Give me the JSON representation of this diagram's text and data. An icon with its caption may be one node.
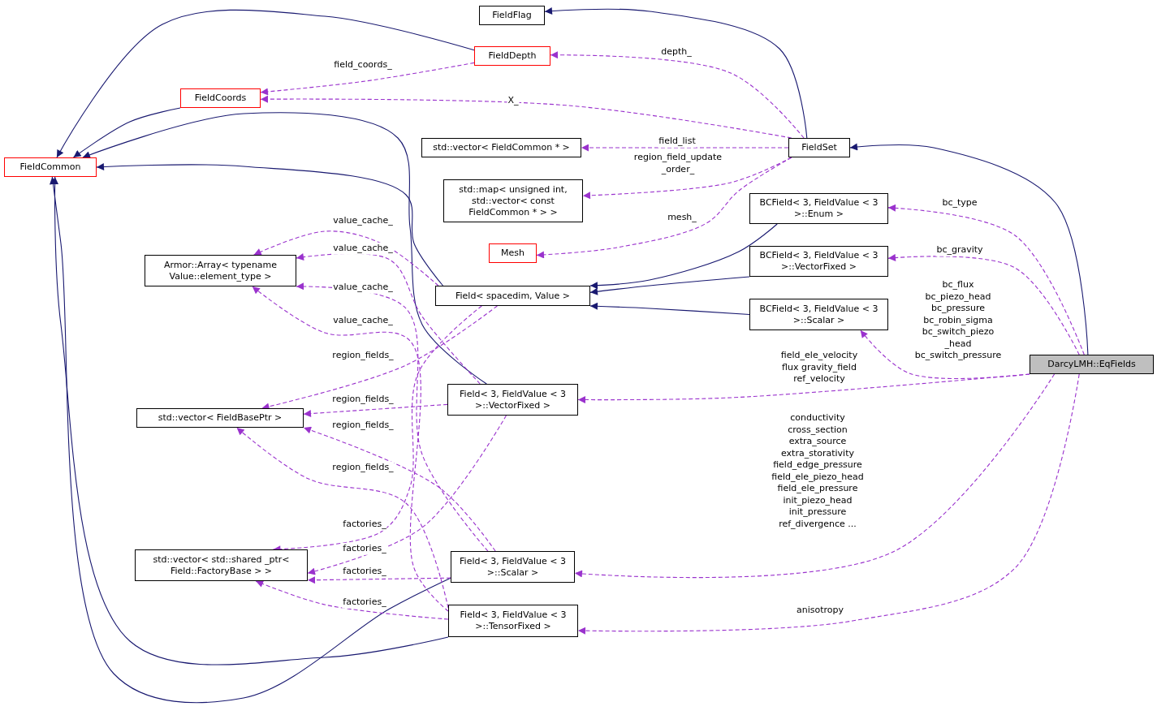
{
  "diagram": {
    "nodes": [
      {
        "text": [
          "FieldFlag"
        ]
      },
      {
        "text": [
          "FieldDepth"
        ]
      },
      {
        "text": [
          "FieldCoords"
        ]
      },
      {
        "text": [
          "FieldCommon"
        ]
      },
      {
        "text": [
          "std::vector< FieldCommon * >"
        ]
      },
      {
        "text": [
          "FieldSet"
        ]
      },
      {
        "text": [
          "std::map< unsigned int, std::vector< const FieldCommon * > >"
        ]
      },
      {
        "text": [
          "BCField< 3, FieldValue < 3 >::Enum >"
        ]
      },
      {
        "text": [
          "Mesh"
        ]
      },
      {
        "text": [
          "BCField< 3, FieldValue < 3 >::VectorFixed >"
        ]
      },
      {
        "text": [
          "Armor::Array< typename Value::element_type >"
        ]
      },
      {
        "text": [
          "Field< spacedim, Value >"
        ]
      },
      {
        "text": [
          "BCField< 3, FieldValue < 3 >::Scalar >"
        ]
      },
      {
        "text": [
          "DarcyLMH::EqFields"
        ]
      },
      {
        "text": [
          "std::vector< FieldBasePtr >"
        ]
      },
      {
        "text": [
          "Field< 3, FieldValue < 3 >::VectorFixed >"
        ]
      },
      {
        "text": [
          "std::vector< std::shared _ptr< Field::FactoryBase > >"
        ]
      },
      {
        "text": [
          "Field< 3, FieldValue < 3 >::Scalar >"
        ]
      },
      {
        "text": [
          "Field< 3, FieldValue < 3 >::TensorFixed >"
        ]
      }
    ],
    "edges": [
      {
        "from": 5,
        "to": 0,
        "arrow": "to",
        "color": "#191970"
      },
      {
        "from": 1,
        "to": 3,
        "arrow": "to",
        "color": "#191970"
      },
      {
        "from": 2,
        "to": 3,
        "arrow": "to",
        "color": "#191970"
      },
      {
        "from": 15,
        "to": 3,
        "arrow": "to",
        "color": "#191970"
      },
      {
        "from": 11,
        "to": 3,
        "arrow": "to",
        "color": "#191970"
      },
      {
        "from": 17,
        "to": 3,
        "arrow": "to",
        "color": "#191970"
      },
      {
        "from": 18,
        "to": 3,
        "arrow": "to",
        "color": "#191970"
      },
      {
        "from": 13,
        "to": 5,
        "arrow": "to",
        "color": "#191970"
      },
      {
        "from": 7,
        "to": 11,
        "arrow": "to",
        "color": "#191970"
      },
      {
        "from": 9,
        "to": 11,
        "arrow": "to",
        "color": "#191970"
      },
      {
        "from": 12,
        "to": 11,
        "arrow": "to",
        "color": "#191970"
      },
      {
        "from": 1,
        "to": 2,
        "arrow": "to",
        "style": "dashed",
        "label": "field_coords_"
      },
      {
        "from": 5,
        "to": 1,
        "arrow": "to",
        "style": "dashed",
        "label": "depth_"
      },
      {
        "from": 5,
        "to": 2,
        "arrow": "to",
        "style": "dashed",
        "label": "X_"
      },
      {
        "from": 5,
        "to": 4,
        "arrow": "to",
        "style": "dashed",
        "label": "field_list"
      },
      {
        "from": 5,
        "to": 6,
        "arrow": "to",
        "style": "dashed",
        "label": "region_field_update _order_"
      },
      {
        "from": 5,
        "to": 8,
        "arrow": "to",
        "style": "dashed",
        "label": "mesh_"
      },
      {
        "from": 13,
        "to": 7,
        "arrow": "to",
        "style": "dashed",
        "label": "bc_type"
      },
      {
        "from": 13,
        "to": 9,
        "arrow": "to",
        "style": "dashed",
        "label": "bc_gravity"
      },
      {
        "from": 13,
        "to": 12,
        "arrow": "to",
        "style": "dashed",
        "label": "bc_flux bc_piezo_head bc_pressure bc_robin_sigma bc_switch_piezo _head bc_switch_pressure"
      },
      {
        "from": 13,
        "to": 15,
        "arrow": "to",
        "style": "dashed",
        "label": "field_ele_velocity flux gravity_field ref_velocity"
      },
      {
        "from": 13,
        "to": 17,
        "arrow": "to",
        "style": "dashed",
        "label": "conductivity cross_section extra_source extra_storativity field_edge_pressure field_ele_piezo_head field_ele_pressure init_piezo_head init_pressure ref_divergence ..."
      },
      {
        "from": 13,
        "to": 18,
        "arrow": "to",
        "style": "dashed",
        "label": "anisotropy"
      },
      {
        "from": 11,
        "to": 10,
        "arrow": "to",
        "style": "dashed",
        "label": "value_cache_"
      },
      {
        "from": 15,
        "to": 10,
        "arrow": "to",
        "style": "dashed",
        "label": "value_cache_"
      },
      {
        "from": 17,
        "to": 10,
        "arrow": "to",
        "style": "dashed",
        "label": "value_cache_"
      },
      {
        "from": 18,
        "to": 10,
        "arrow": "to",
        "style": "dashed",
        "label": "value_cache_"
      },
      {
        "from": 11,
        "to": 14,
        "arrow": "to",
        "style": "dashed",
        "label": "region_fields_"
      },
      {
        "from": 15,
        "to": 14,
        "arrow": "to",
        "style": "dashed",
        "label": "region_fields_"
      },
      {
        "from": 17,
        "to": 14,
        "arrow": "to",
        "style": "dashed",
        "label": "region_fields_"
      },
      {
        "from": 18,
        "to": 14,
        "arrow": "to",
        "style": "dashed",
        "label": "region_fields_"
      },
      {
        "from": 11,
        "to": 16,
        "arrow": "to",
        "style": "dashed",
        "label": "factories_"
      },
      {
        "from": 15,
        "to": 16,
        "arrow": "to",
        "style": "dashed",
        "label": "factories_"
      },
      {
        "from": 17,
        "to": 16,
        "arrow": "to",
        "style": "dashed",
        "label": "factories_"
      },
      {
        "from": 18,
        "to": 16,
        "arrow": "to",
        "style": "dashed",
        "label": "factories_"
      }
    ]
  }
}
